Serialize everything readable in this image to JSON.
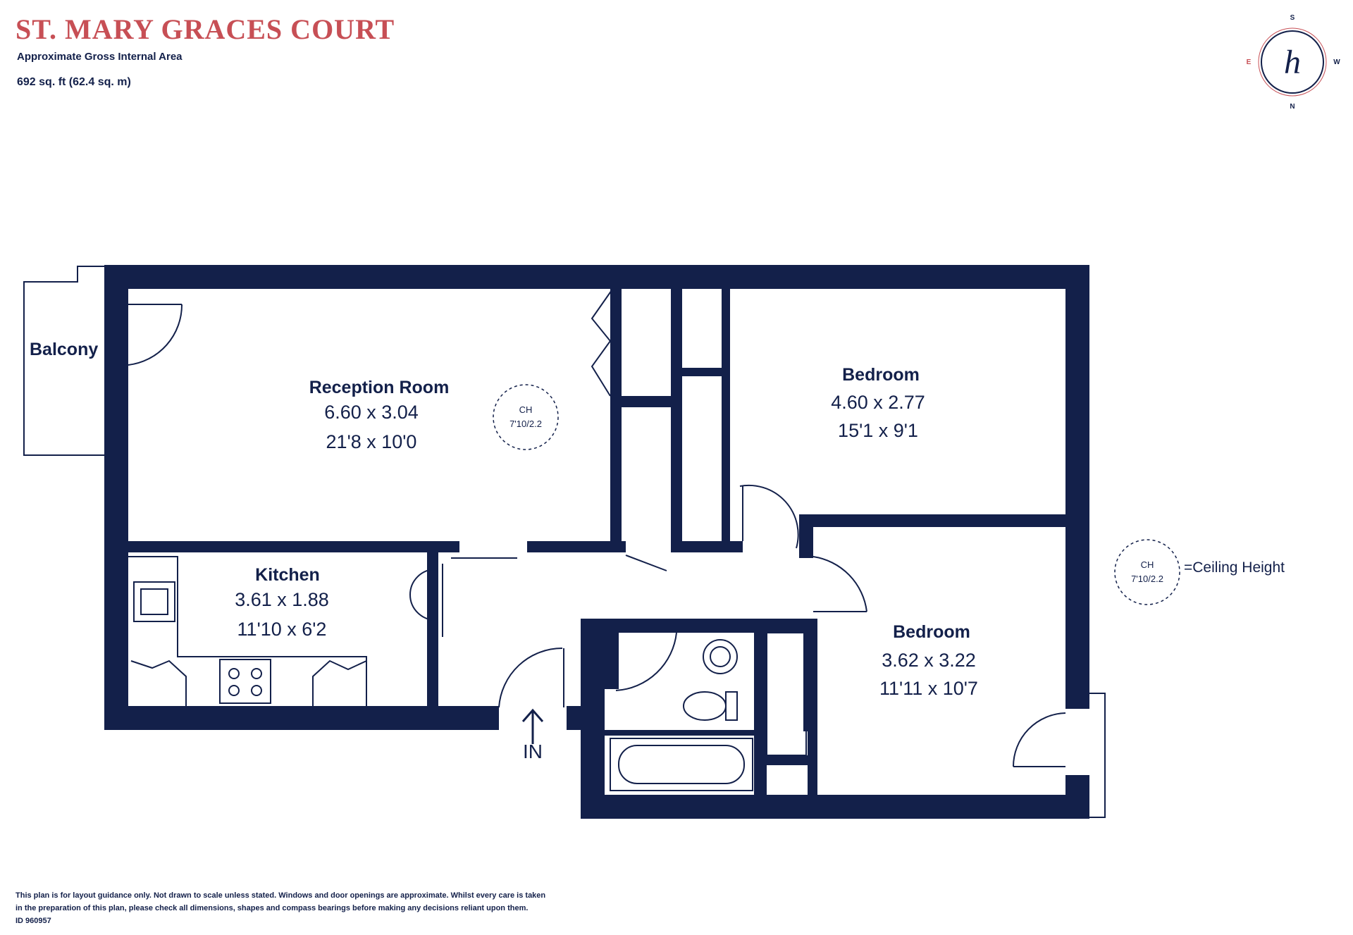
{
  "header": {
    "title": "ST. MARY GRACES COURT",
    "subtitle": "Approximate Gross Internal Area",
    "area": "692 sq. ft (62.4 sq. m)"
  },
  "compass": {
    "north": "N",
    "south": "S",
    "east": "E",
    "west": "W",
    "logo": "h"
  },
  "rooms": {
    "balcony": {
      "name": "Balcony"
    },
    "reception": {
      "name": "Reception Room",
      "metric": "6.60 x 3.04",
      "imperial": "21'8 x 10'0"
    },
    "bedroom1": {
      "name": "Bedroom",
      "metric": "4.60 x 2.77",
      "imperial": "15'1 x 9'1"
    },
    "bedroom2": {
      "name": "Bedroom",
      "metric": "3.62 x 3.22",
      "imperial": "11'11 x 10'7"
    },
    "kitchen": {
      "name": "Kitchen",
      "metric": "3.61 x 1.88",
      "imperial": "11'10 x 6'2"
    }
  },
  "ceiling_height": {
    "marker_label": "CH",
    "marker_value_plan": "7'10/2.2",
    "marker_value_legend": "7'10/2.2",
    "legend_text": "=Ceiling Height"
  },
  "entrance": {
    "label": "IN"
  },
  "disclaimer": {
    "line1": "This plan is for layout guidance only. Not drawn to scale unless stated. Windows and door openings are approximate. Whilst every care is taken",
    "line2": "in the preparation of this plan, please check all dimensions, shapes and compass bearings before making any decisions reliant upon them.",
    "line3": "ID 960957"
  },
  "colors": {
    "wall": "#13204a",
    "title": "#c74f55",
    "text": "#13204a"
  }
}
